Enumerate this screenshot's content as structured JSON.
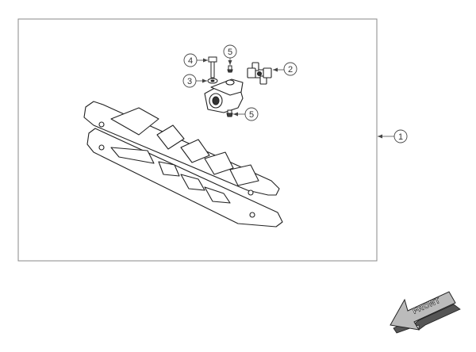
{
  "callouts": {
    "c1": "1",
    "c2": "2",
    "c3": "3",
    "c4": "4",
    "c5a": "5",
    "c5b": "5"
  },
  "front_arrow": {
    "label": "FRONT"
  },
  "parts": [
    {
      "id": "1",
      "name": "frame-assembly"
    },
    {
      "id": "2",
      "name": "cross-joint"
    },
    {
      "id": "3",
      "name": "washer"
    },
    {
      "id": "4",
      "name": "bolt"
    },
    {
      "id": "5",
      "name": "grease-nipple"
    }
  ]
}
